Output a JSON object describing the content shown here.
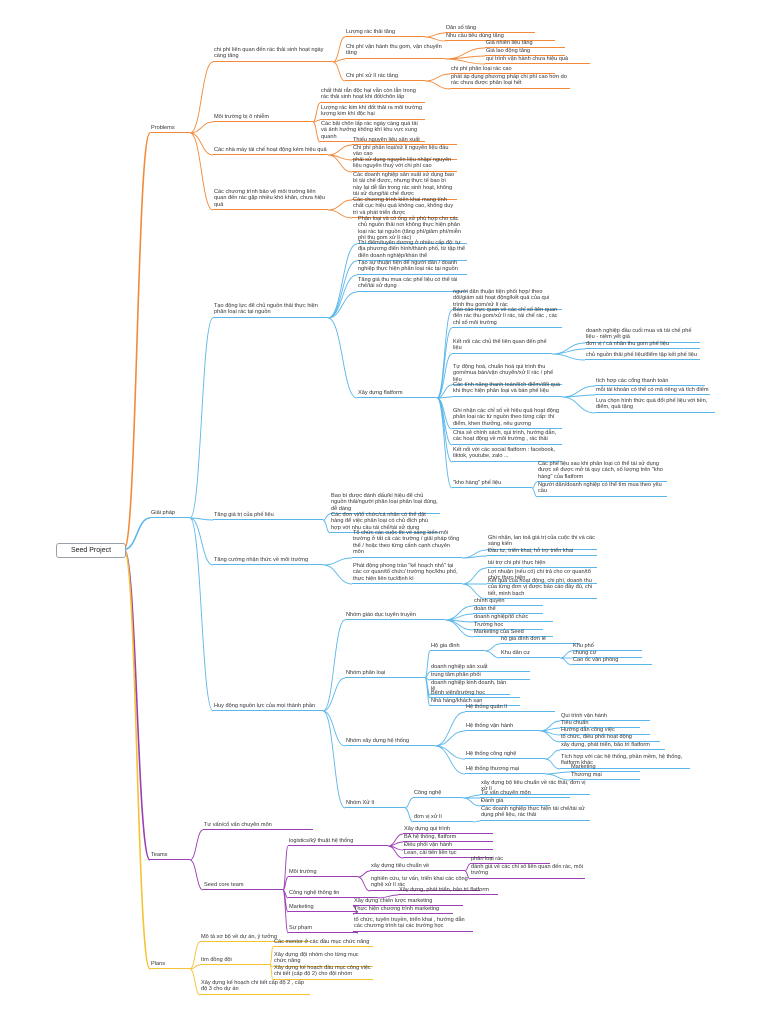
{
  "colors": {
    "problems": "#f28a3a",
    "solutions": "#5bb7ea",
    "teams": "#9b3fb5",
    "plans": "#f4c235",
    "root_border": "#9aa0a8"
  },
  "root": "Seed Project",
  "nodes": {
    "problems": "Problems",
    "p_costs": "chi phí liên quan đến rác thải sinh hoạt ngày càng tăng",
    "p_costs_1": "Lượng rác thải tăng",
    "p_costs_1_1": "Dân số tăng",
    "p_costs_1_2": "Nhu cầu tiêu dùng tăng",
    "p_costs_2": "Chi phí vận hành thu gom, vận chuyển tăng",
    "p_costs_2_1": "Giá nhiên liệu tăng",
    "p_costs_2_2": "Giá lao động tăng",
    "p_costs_2_3": "qui trình vận hành chưa hiệu quả",
    "p_costs_3": "Chi phí xử lí rác tăng",
    "p_costs_3_1": "chi phí phân loại rác cao",
    "p_costs_3_2": "phát áp dụng phương pháp chi phí cao hơn do rác chưa được phân loại hết",
    "p_env": "Môi trường bị ô nhiễm",
    "p_env_1": "chất thải rắn độc hại vẫn còn lẫn trong rác thải sinh hoạt khi đốt/chôn lấp",
    "p_env_2": "Lượng rác kim khí đốt thải ra môi trường lượng kim khí độc hại",
    "p_env_3": "Các bãi chôn lấp rác ngày càng quá tải và ảnh hưởng không khí khu vực xung quanh",
    "p_factory": "Các nhà máy tái chế hoạt động kém hiệu quả",
    "p_factory_1": "Thiếu nguyên liệu sản xuất",
    "p_factory_2": "Chi phí phân loại/xử lí nguyên liệu đầu vào cao",
    "p_factory_3": "phải sử dụng nguyên liệu nhập/ nguyên liệu nguyên thuỷ với chi phí cao",
    "p_program": "Các chương trình bảo vệ môi trường liên quan đến rác gặp nhiều khó khăn, chưa hiệu quả",
    "p_program_1": "Các doanh nghiệp sản xuất sử dụng bao bì tái chế được, nhưng thực tế bao bì này lại dễ lẫn trong rác sinh hoạt, không tái sử dụng/tái chế được",
    "p_program_2": "Các chương trình kiến khai mang tính chất cục hiệu quả không cao, không duy trì và phát triển được",
    "solutions": "Giải pháp",
    "s_platform": "Tạo động lực để chủ nguồn thải thực hiện phân loại rác tại nguồn",
    "s_pl_1": "Phân loại và có ống xử phù hợp cho các chủ nguồn thải nơi không thực hiện phân loại rác tại nguồn (tăng phí/giảm phí/miễn phí thu gom xử lí rác)",
    "s_pl_2": "Thí điểm/tuyên dương ở nhiều cấp độ: tự địa phương điển hình/thành phố, từ tập thể điển doanh nghiệp/khán thể",
    "s_pl_3": "Tạo sự thuận tiện để người dân / doanh nghiệp thực hiện phân loại rác tại nguồn",
    "s_pl_4": "Tăng giá thu mua các phế liệu có thể tái chế/tái sử dụng",
    "s_build": "Xây dựng flatform",
    "s_b_1": "người dân thuận tiện phối hợp/ theo dõi/giám sát hoạt động/kết quả của qui trình thu gom/xử lí rác",
    "s_b_2": "Báo cáo trực quan về các chỉ số liên quan đến rác thu gom/xử lí rác, tái chế rác , các chỉ số môi trường",
    "s_b_3": "Kết nối các chủ thể liên quan đến phế liệu",
    "s_b_3_1": "doanh nghiệp đầu cuối mua và tái chế phế liệu - niêm yết giá",
    "s_b_3_2": "đơn vị / cá nhân thu gom phế liệu",
    "s_b_3_3": "chủ nguồn thải phế liệu/điểm tập kết phế liệu",
    "s_b_4": "Tự động hoá, chuẩn hoá qui trình thu gom/mua bán/vận chuyển/xử lí rác / phế liệu",
    "s_b_5": "Các tính năng thanh toán/tích điểm/đổi quà khi thực hiện phân loại và bán phế liệu",
    "s_b_5_1": "tích hợp các cổng thanh toán",
    "s_b_5_2": "mỗi tài khoản có thể có mã riêng và tích điểm",
    "s_b_5_3": "Lựa chọn hình thức quà đổi phế liệu với tiền, điểm, quà tặng",
    "s_b_6": "Ghi nhận các chỉ số về hiệu quả hoạt động phân loại rác từ nguồn theo từng cấp: thí điểm, khen thưởng, nêu gương",
    "s_b_7": "Chia sẻ chính sách, qui trình, hướng dẫn, các hoạt động về môi trường , rác thải",
    "s_b_8": "Kết nối với các social flatform : facebook, tiktok, youtube, zalo ...",
    "s_b_9": "\"kho hàng\" phế liệu",
    "s_b_9_1": "Các phế liệu sau khi phân loại có thể tái sử dụng được sẽ được mở tá quy cách, số lượng trên \"kho hàng\" của flatform",
    "s_b_9_2": "Người dân/doanh nghiệp có thể tìm mua theo yêu cầu",
    "s_value": "Tăng giá trị của phế liệu",
    "s_v_1": "Bao bì được đánh dấu/kí hiệu để chủ nguồn thải/người phân loại phân loại đúng, dễ dàng",
    "s_v_2": "Các đơn vị/tổ chức/cá nhân có thể đặt hàng để việc phân loại có chủ đích phù hợp với nhu cầu tái chế/tái sử dụng",
    "s_aware": "Tăng cường nhận thức về môi trường",
    "s_a_1": "Tổ chức các cuộc thi về sáng kiến môi trường ở tất cả các trường / giải pháp tổng thể / hoặc theo từng cấnh cạnh chuyên môn",
    "s_a_1_1": "Ghi nhận, lan toả giá trị của cuộc thi và các sáng kiến",
    "s_a_1_2": "Đầu tư, triển khai, hỗ trợ triển khai",
    "s_a_2": "Phát động phong trào \"kế hoạch nhỏ\" tại các cơ quan/tổ chức/ trường học/khu phố, thực hiện liên tục/định kì",
    "s_a_2_1": "tái trợ chi phí thực hiện",
    "s_a_2_2": "Lợi nhuận (nếu có) chi trả cho cơ quan/tổ chức thực hiện",
    "s_a_2_3": "Kết quả của hoạt động, chi phí, doanh thu của từng đơn vị được báo cáo đầy đủ, chi tiết, minh bạch",
    "s_resource": "Huy động nguồn lực của mọi thành phần",
    "s_r_edu": "Nhóm giáo dục tuyên truyền",
    "s_r_edu_1": "chính quyền",
    "s_r_edu_2": "đoàn thể",
    "s_r_edu_3": "doanh nghiệp/tổ chức",
    "s_r_edu_4": "Trường học",
    "s_r_edu_5": "Marketing của Seed",
    "s_r_sort": "Nhóm phân loại",
    "s_r_hh": "Hộ gia đình",
    "s_r_hh_1": "hộ gia đình đơn lẻ",
    "s_r_area": "Khu dân cư",
    "s_r_area_1": "Khu phố",
    "s_r_area_2": "chung cư",
    "s_r_area_3": "Cao ốc văn phòng",
    "s_r_sort_2": "doanh nghiệp sản xuất",
    "s_r_sort_3": "trung tâm phân phối",
    "s_r_sort_4": "doanh nghiệp kinh doanh, bán lẻ",
    "s_r_sort_5": "Bệnh viện/trường học",
    "s_r_sort_6": "Nhà hàng/khách sạn",
    "s_r_sys": "Nhóm xây dựng hệ thống",
    "s_r_sys_1": "Hệ thống quản lí",
    "s_r_ops": "Hệ thống vận hành",
    "s_r_ops_1": "Qui trình vận hành",
    "s_r_ops_2": "Tiêu chuẩn",
    "s_r_ops_3": "Hướng dẫn công việc",
    "s_r_ops_4": "tổ chức, điều phối hoạt động",
    "s_r_tech": "Hệ thống công nghệ",
    "s_r_tech_1": "xây dựng, phát triển, bảo trì flatform",
    "s_r_tech_2": "Tích hợp với các hệ thống, phần mềm, hệ thống, flatform khác",
    "s_r_trade": "Hệ thống thương mại",
    "s_r_trade_1": "Marketing",
    "s_r_trade_2": "Thương mại",
    "s_r_proc": "Nhóm Xử lí",
    "s_r_tech2": "Công nghệ",
    "s_r_tech2_1": "xây dựng bộ tiêu chuẩn về rác thải, đơn vị xử lí",
    "s_r_tech2_2": "Tư vấn chuyên môn",
    "s_r_tech2_3": "Đánh giá",
    "s_r_unit": "đơn vị xử lí",
    "s_r_unit_1": "Các doanh nghiệp thực hiện tái chế/tái sử dụng phế liệu, rác thải",
    "teams": "Teams",
    "t_advisor": "Tư vấn/cố vấn chuyên môn",
    "t_core": "Seed core team",
    "t_logistics": "logistics/kỹ thuật hệ thống",
    "t_log_1": "Xây dựng qui trình",
    "t_log_2": "BA hệ thống, flatform",
    "t_log_3": "Điều phối vận hành",
    "t_log_4": "Lean, cải tiến liên tục",
    "t_env": "Môi trường",
    "t_env_1": "xây dựng tiêu chuẩn về",
    "t_env_1_1": "phân loại rác",
    "t_env_1_2": "đánh giá về các chỉ số liên quan đến rác, môi trường",
    "t_env_2": "nghiên cứu, tư vấn, triển khai các công nghệ xử lí rác",
    "t_it": "Công nghệ thông tin",
    "t_it_1": "Xây dựng, phát triển, bảo trì flatform",
    "t_mkt": "Marketing",
    "t_mkt_1": "Xây dựng chiến lược marketing",
    "t_mkt_2": "Thực hiện chương trình marketing",
    "t_legal": "Sự phạm",
    "t_legal_1": "tổ chức, tuyên truyền, triển khai , hướng dẫn các chương trình tại các trường học",
    "plans": "Plans",
    "pl_1": "Mô tả sơ bộ về dự án, ý tưởng",
    "pl_team": "tìm đồng đội",
    "pl_team_1": "Các mentor ở các đầu mục chức năng",
    "pl_team_2": "Xây dựng đội nhóm cho từng mục chức năng",
    "pl_team_3": "Xây dựng kế hoạch đầu mục công việc chi tiết (cấp độ 2) cho đội nhóm",
    "pl_3": "Xây dựng kế hoạch chi tiết cấp độ 2 , cấp độ 3 cho dự án"
  }
}
